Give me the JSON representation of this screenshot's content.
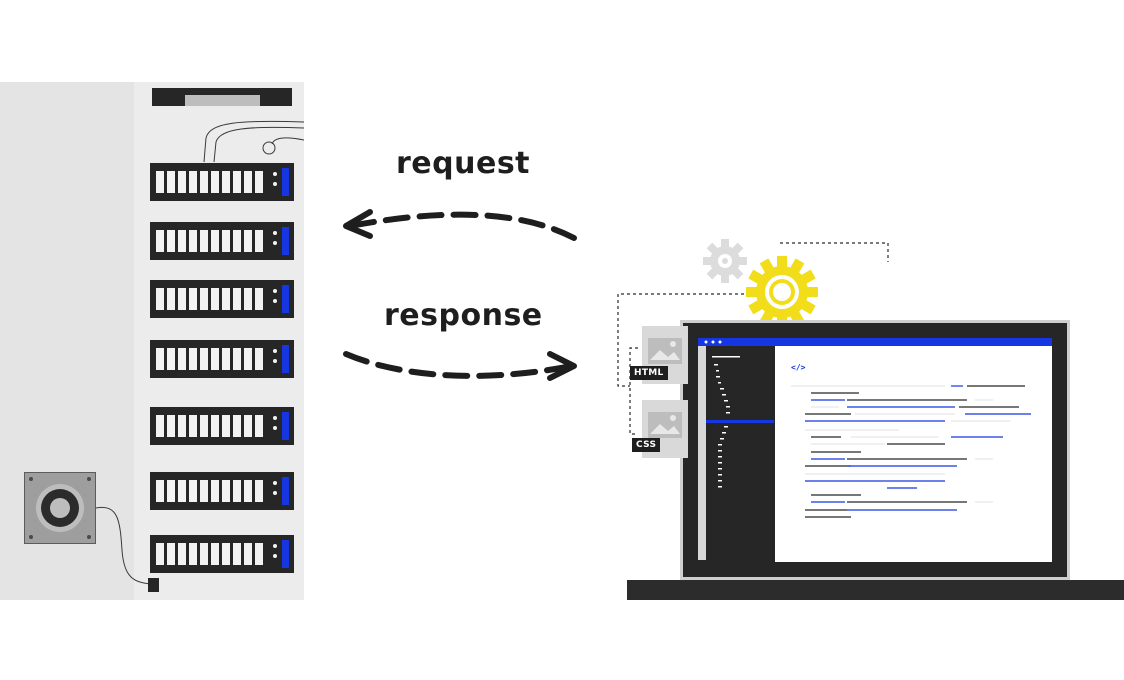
{
  "labels": {
    "request": "request",
    "response": "response"
  },
  "files": {
    "html": "HTML",
    "css": "CSS"
  },
  "editor": {
    "code_icon": "</>"
  },
  "colors": {
    "accent_blue": "#1536e0",
    "gear_yellow": "#f2dd1b",
    "dark": "#262626",
    "light_gray": "#d9d9d9"
  },
  "icons": [
    "server-rack",
    "fan-icon",
    "gear-icon",
    "image-icon",
    "code-icon",
    "laptop"
  ]
}
